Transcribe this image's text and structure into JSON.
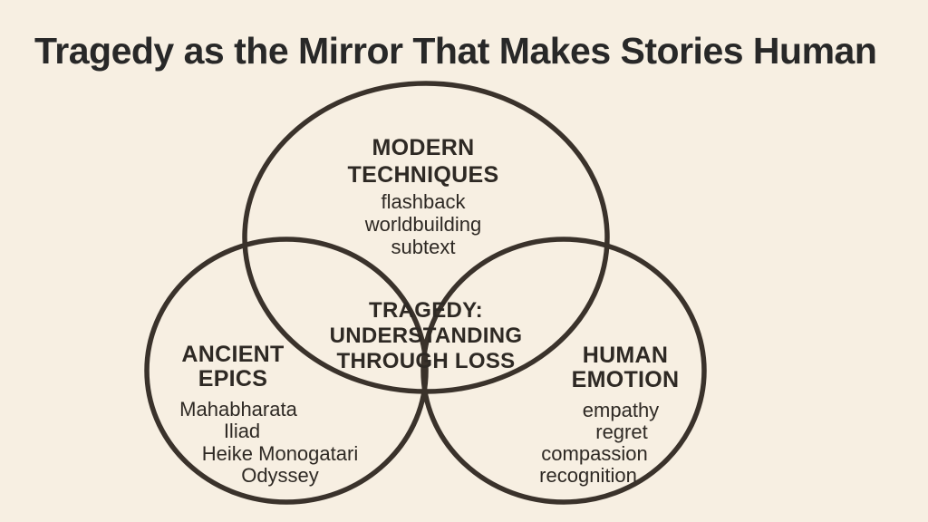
{
  "title": "Tragedy as the Mirror That Makes Stories Human",
  "colors": {
    "background": "#f7efe2",
    "ink": "#3a322b",
    "text": "#2e2924",
    "title": "#282828"
  },
  "chart_data": {
    "type": "venn",
    "title": "Tragedy as the Mirror That Makes Stories Human",
    "sets": [
      {
        "label": "MODERN TECHNIQUES",
        "items": [
          "flashback",
          "worldbuilding",
          "subtext"
        ],
        "position": "top"
      },
      {
        "label": "ANCIENT EPICS",
        "items": [
          "Mahabharata",
          "Iliad",
          "Heike Monogatari",
          "Odyssey"
        ],
        "position": "bottom-left"
      },
      {
        "label": "HUMAN EMOTION",
        "items": [
          "empathy",
          "regret",
          "compassion",
          "recognition"
        ],
        "position": "bottom-right"
      }
    ],
    "intersection_label": "TRAGEDY: UNDERSTANDING THROUGH LOSS"
  },
  "venn": {
    "top": {
      "title_lines": [
        "MODERN",
        "TECHNIQUES"
      ],
      "items": [
        "flashback",
        "worldbuilding",
        "subtext"
      ]
    },
    "left": {
      "title_lines": [
        "ANCIENT",
        "EPICS"
      ],
      "items": [
        "Mahabharata",
        "Iliad",
        "Heike Monogatari",
        "Odyssey"
      ]
    },
    "right": {
      "title_lines": [
        "HUMAN",
        "EMOTION"
      ],
      "items": [
        "empathy",
        "regret",
        "compassion",
        "recognition"
      ]
    },
    "center": {
      "title_lines": [
        "TRAGEDY:",
        "UNDERSTANDING",
        "THROUGH LOSS"
      ]
    }
  }
}
